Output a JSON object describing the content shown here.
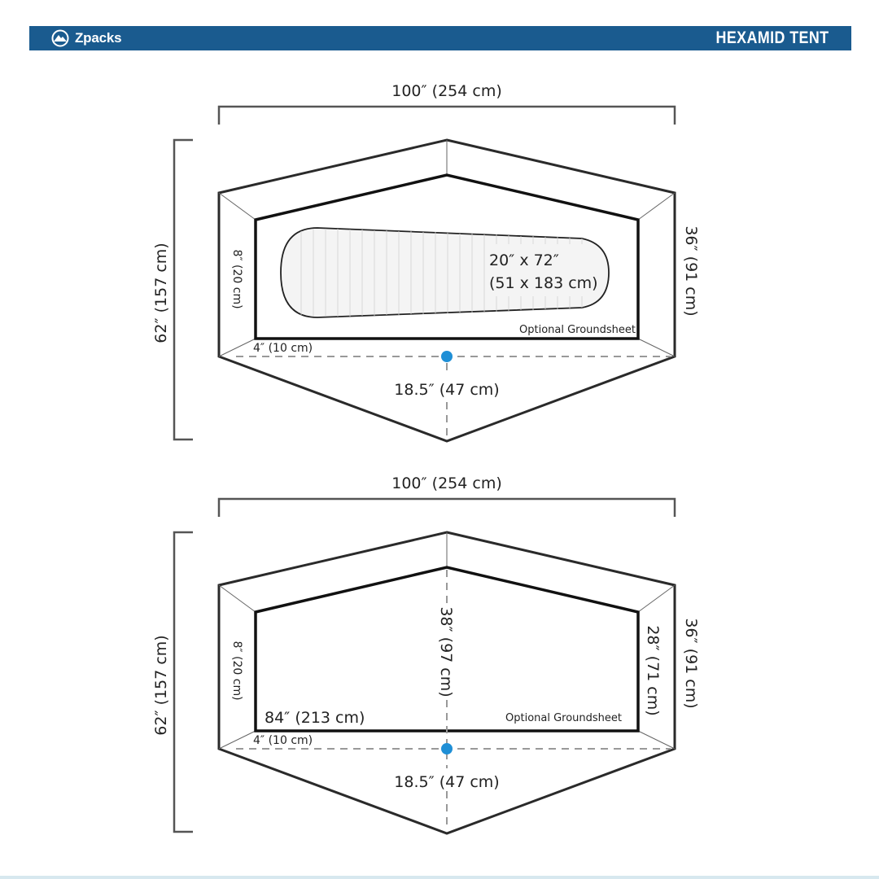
{
  "header": {
    "brand": "Zpacks",
    "product": "HEXAMID TENT",
    "color": "#1a5b8f"
  },
  "icons": {
    "brand_logo": "mountain-circle-icon",
    "center_pole": "pole-dot-icon"
  },
  "colors": {
    "outline": "#1a1a1a",
    "guide": "#555555",
    "dashed": "#999999",
    "pole": "#1f8fd6",
    "mat_fill": "#f4f4f4"
  },
  "top_diagram": {
    "width_label": "100″ (254 cm)",
    "height_label": "62″ (157 cm)",
    "side_height_label": "36″ (91 cm)",
    "end_wall_label": "8″ (20 cm)",
    "floor_offset_label": "4″ (10 cm)",
    "vestibule_label": "18.5″ (47 cm)",
    "pad_size_in": "20″ x 72″",
    "pad_size_cm": "(51 x 183 cm)",
    "groundsheet_label": "Optional Groundsheet"
  },
  "bottom_diagram": {
    "width_label": "100″ (254 cm)",
    "height_label": "62″ (157 cm)",
    "side_height_label": "36″ (91 cm)",
    "end_wall_label": "8″ (20 cm)",
    "floor_offset_label": "4″ (10 cm)",
    "vestibule_label": "18.5″ (47 cm)",
    "floor_length_label": "84″ (213 cm)",
    "center_height_label": "38″ (97 cm)",
    "end_height_label": "28″ (71 cm)",
    "groundsheet_label": "Optional Groundsheet"
  }
}
